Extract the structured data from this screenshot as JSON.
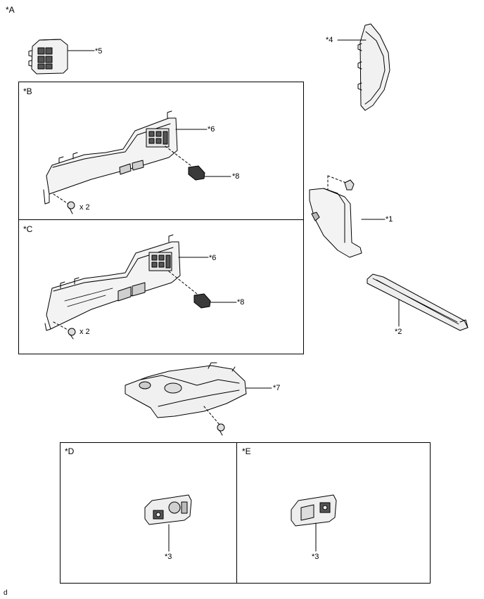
{
  "labels": {
    "A": "*A",
    "B": "*B",
    "C": "*C",
    "D": "*D",
    "E": "*E",
    "p1": "*1",
    "p2": "*2",
    "p3_d": "*3",
    "p3_e": "*3",
    "p4": "*4",
    "p5": "*5",
    "p6_b": "*6",
    "p6_c": "*6",
    "p7": "*7",
    "p8_b": "*8",
    "p8_c": "*8",
    "qty_b": "x 2",
    "qty_c": "x 2",
    "footer": "d"
  }
}
